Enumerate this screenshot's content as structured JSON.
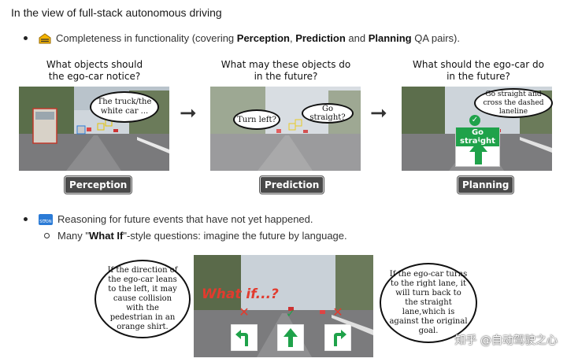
{
  "heading": "In the view of full-stack autonomous driving",
  "bullet1": {
    "icon": "construction-sign-icon",
    "text_before": "Completeness in functionality (covering ",
    "b1": "Perception",
    "sep1": ", ",
    "b2": "Prediction",
    "sep2": " and ",
    "b3": "Planning",
    "text_after": " QA pairs)."
  },
  "panels": [
    {
      "question": "What objects should the ego-car notice?",
      "bubble": "The truck/the white car ...",
      "tag": "Perception"
    },
    {
      "question": "What may these objects do in the future?",
      "bubble_left": "Turn left?",
      "bubble_right": "Go straight?",
      "tag": "Prediction"
    },
    {
      "question": "What should the ego-car do in the future?",
      "bubble": "Go straight and cross the dashed laneline",
      "sign": "Go straight",
      "tag": "Planning"
    }
  ],
  "bullet2": {
    "icon": "soon-arrow-icon",
    "icon_text": "SOON",
    "text": "Reasoning for future events that have not yet happened."
  },
  "sub_bullet": {
    "text_before": "Many \"",
    "bold": "What If",
    "text_after": "\"-style questions: imagine the future by language."
  },
  "whatif": {
    "overlay": "What if...?",
    "left_bubble": "If the direction of the ego-car leans to the left, it may cause collision with the pedestrian in an orange shirt.",
    "right_bubble": "If the ego-car turns to the right lane, it will turn back to the straight lane,which is against the original goal."
  },
  "watermark": "知乎 @自动驾驶之心",
  "colors": {
    "green": "#1fa24a",
    "red": "#e23b2e",
    "tag_bg": "#4a4a4a"
  }
}
